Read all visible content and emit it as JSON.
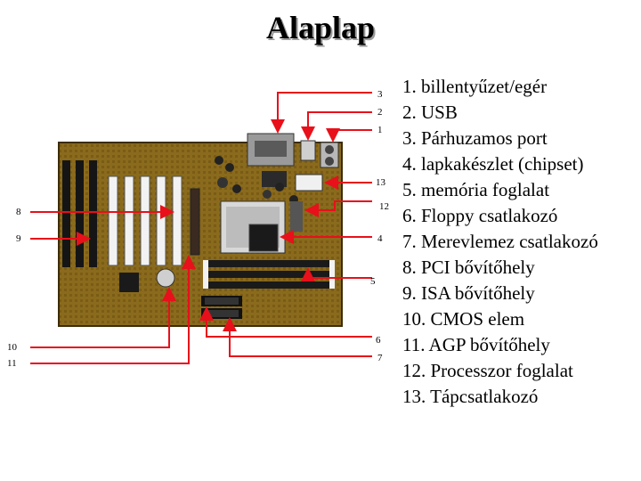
{
  "title": "Alaplap",
  "legend": [
    "1. billentyűzet/egér",
    "2. USB",
    "3. Párhuzamos port",
    "4. lapkakészlet (chipset)",
    "5. memória foglalat",
    "6. Floppy csatlakozó",
    "7. Merevlemez csatlakozó",
    "8. PCI bővítőhely",
    "9. ISA bővítőhely",
    "10. CMOS elem",
    "11. AGP bővítőhely",
    "12. Processzor foglalat",
    "13. Tápcsatlakozó"
  ],
  "callouts": {
    "n1": "1",
    "n2": "2",
    "n3": "3",
    "n4": "4",
    "n5": "5",
    "n6": "6",
    "n7": "7",
    "n8": "8",
    "n9": "9",
    "n10": "10",
    "n11": "11",
    "n12": "12",
    "n13": "13"
  },
  "colors": {
    "arrow": "#e8101a",
    "board": "#8a6a1c",
    "board_dark": "#5a4310",
    "slot_white": "#f2f2f2",
    "slot_black": "#151515"
  }
}
